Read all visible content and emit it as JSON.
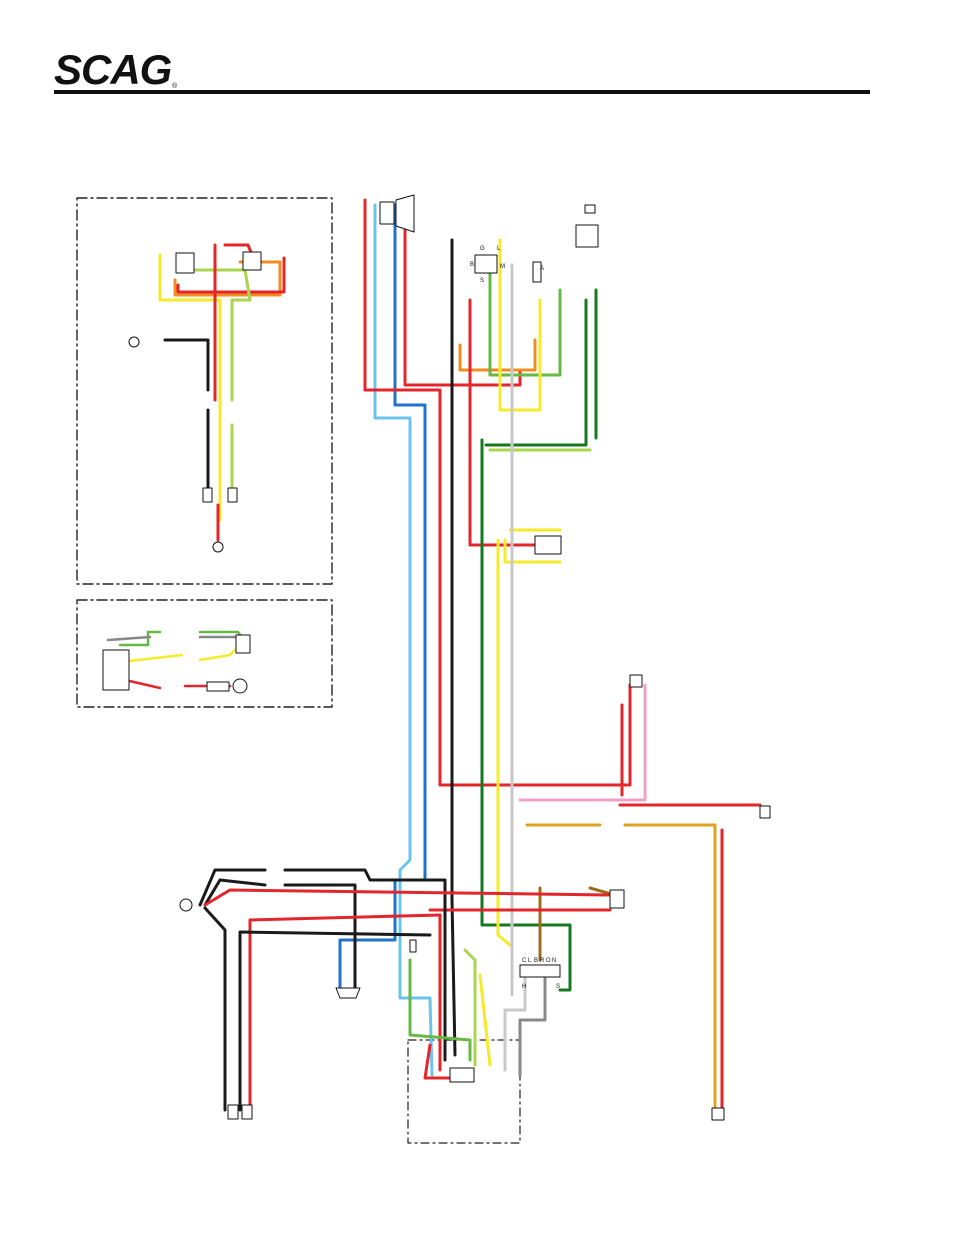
{
  "brand": {
    "name": "SCAG",
    "registered": "®"
  },
  "colors": {
    "red": "#e3262b",
    "black": "#1a1a1a",
    "blue": "#1f73c8",
    "light_blue": "#6cc4ee",
    "green": "#67b844",
    "dark_green": "#17781f",
    "light_green": "#a9d54f",
    "yellow": "#f7ea2a",
    "orange": "#f28c1f",
    "amber": "#e0a020",
    "brown": "#9c6c1c",
    "pink": "#f1a0c8",
    "white_wire": "#c8c8c8",
    "gray": "#888888"
  },
  "switch_terminals": {
    "g": "G",
    "l": "L",
    "b": "B",
    "s": "S",
    "m": "M",
    "a": "A"
  },
  "module_terminals": [
    "C",
    "L",
    "B",
    "R",
    "O",
    "N",
    "H",
    "S"
  ]
}
